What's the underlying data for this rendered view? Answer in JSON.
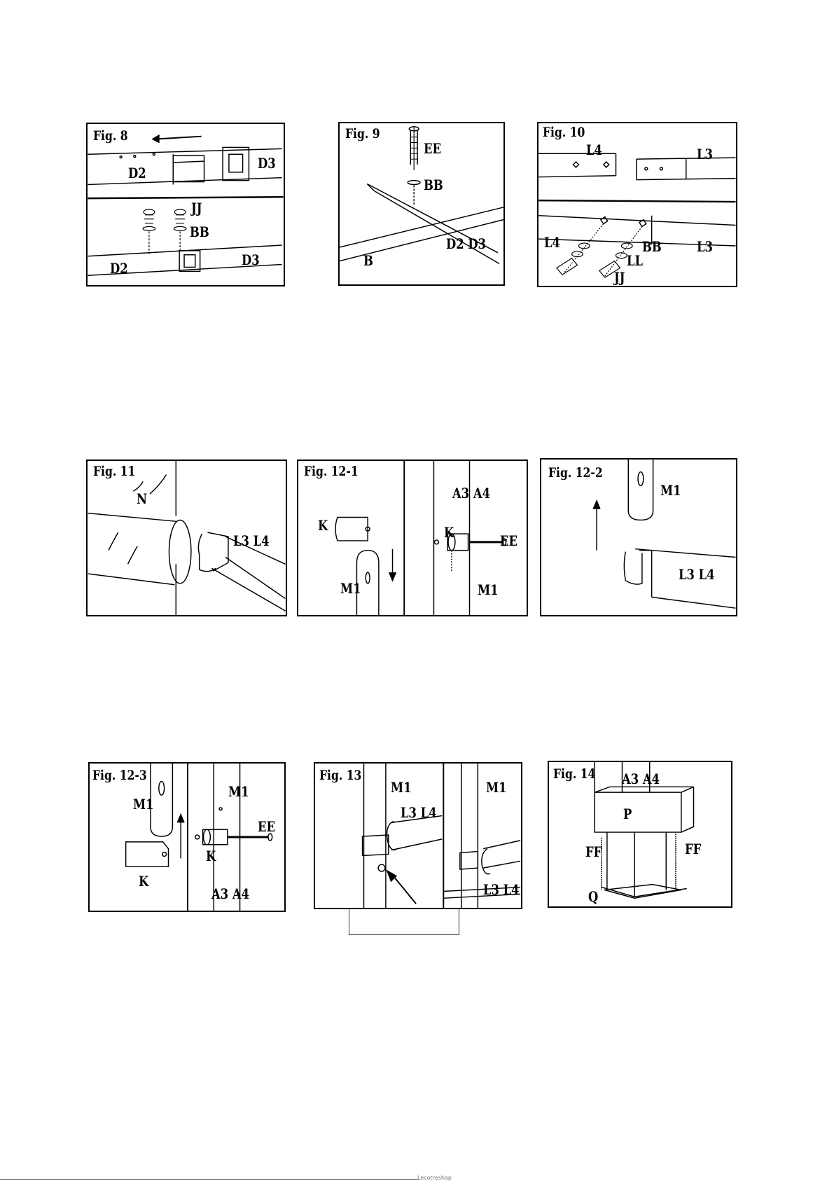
{
  "figures": {
    "fig8": {
      "title": "Fig. 8",
      "top": [
        "D2",
        "D3"
      ],
      "bottom": [
        "JJ",
        "BB",
        "D2",
        "D3"
      ]
    },
    "fig9": {
      "title": "Fig. 9",
      "labels": [
        "EE",
        "BB",
        "D2 D3",
        "B"
      ]
    },
    "fig10": {
      "title": "Fig. 10",
      "top": [
        "L4",
        "L3"
      ],
      "bottom": [
        "L4",
        "BB",
        "LL",
        "JJ",
        "L3"
      ]
    },
    "fig11": {
      "title": "Fig. 11",
      "labels": [
        "N",
        "L3 L4"
      ]
    },
    "fig12_1": {
      "title": "Fig. 12-1",
      "left": [
        "K",
        "M1"
      ],
      "right": [
        "A3 A4",
        "K",
        "EE",
        "M1"
      ]
    },
    "fig12_2": {
      "title": "Fig. 12-2",
      "labels": [
        "M1",
        "L3 L4"
      ]
    },
    "fig12_3": {
      "title": "Fig. 12-3",
      "left": [
        "M1",
        "K"
      ],
      "right": [
        "M1",
        "EE",
        "K",
        "A3 A4"
      ]
    },
    "fig13": {
      "title": "Fig. 13",
      "left": [
        "M1",
        "L3 L4"
      ],
      "right": [
        "M1",
        "L3 L4"
      ]
    },
    "fig14": {
      "title": "Fig. 14",
      "labels": [
        "A3 A4",
        "P",
        "FF",
        "FF",
        "Q"
      ]
    }
  },
  "footer": {
    "text": "Lecotreshap"
  },
  "colors": {
    "ink": "#000000",
    "paper": "#ffffff"
  }
}
